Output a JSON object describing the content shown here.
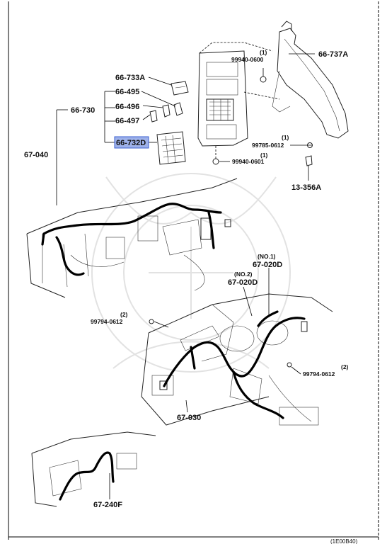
{
  "labels": {
    "p_66_737A": "66-737A",
    "p_99940_0600": "99940-0600",
    "p_99940_0600_qty": "(1)",
    "p_66_733A": "66-733A",
    "p_66_495": "66-495",
    "p_66_730": "66-730",
    "p_66_496": "66-496",
    "p_66_497": "66-497",
    "p_67_040": "67-040",
    "p_66_732D": "66-732D",
    "p_99785_0612": "99785-0612",
    "p_99785_0612_qty": "(1)",
    "p_99940_0601": "99940-0601",
    "p_99940_0601_qty": "(1)",
    "p_13_356A": "13-356A",
    "no1": "(NO.1)",
    "p_67_020D_1": "67-020D",
    "no2": "(NO.2)",
    "p_67_020D_2": "67-020D",
    "p_99794_0612_L": "99794-0612",
    "p_99794_0612_L_qty": "(2)",
    "p_99794_0612_R": "99794-0612",
    "p_99794_0612_R_qty": "(2)",
    "p_67_030": "67-030",
    "p_67_240F": "67-240F",
    "footer_code": "(1E00B40)"
  },
  "highlight_color": "#9db1ea"
}
